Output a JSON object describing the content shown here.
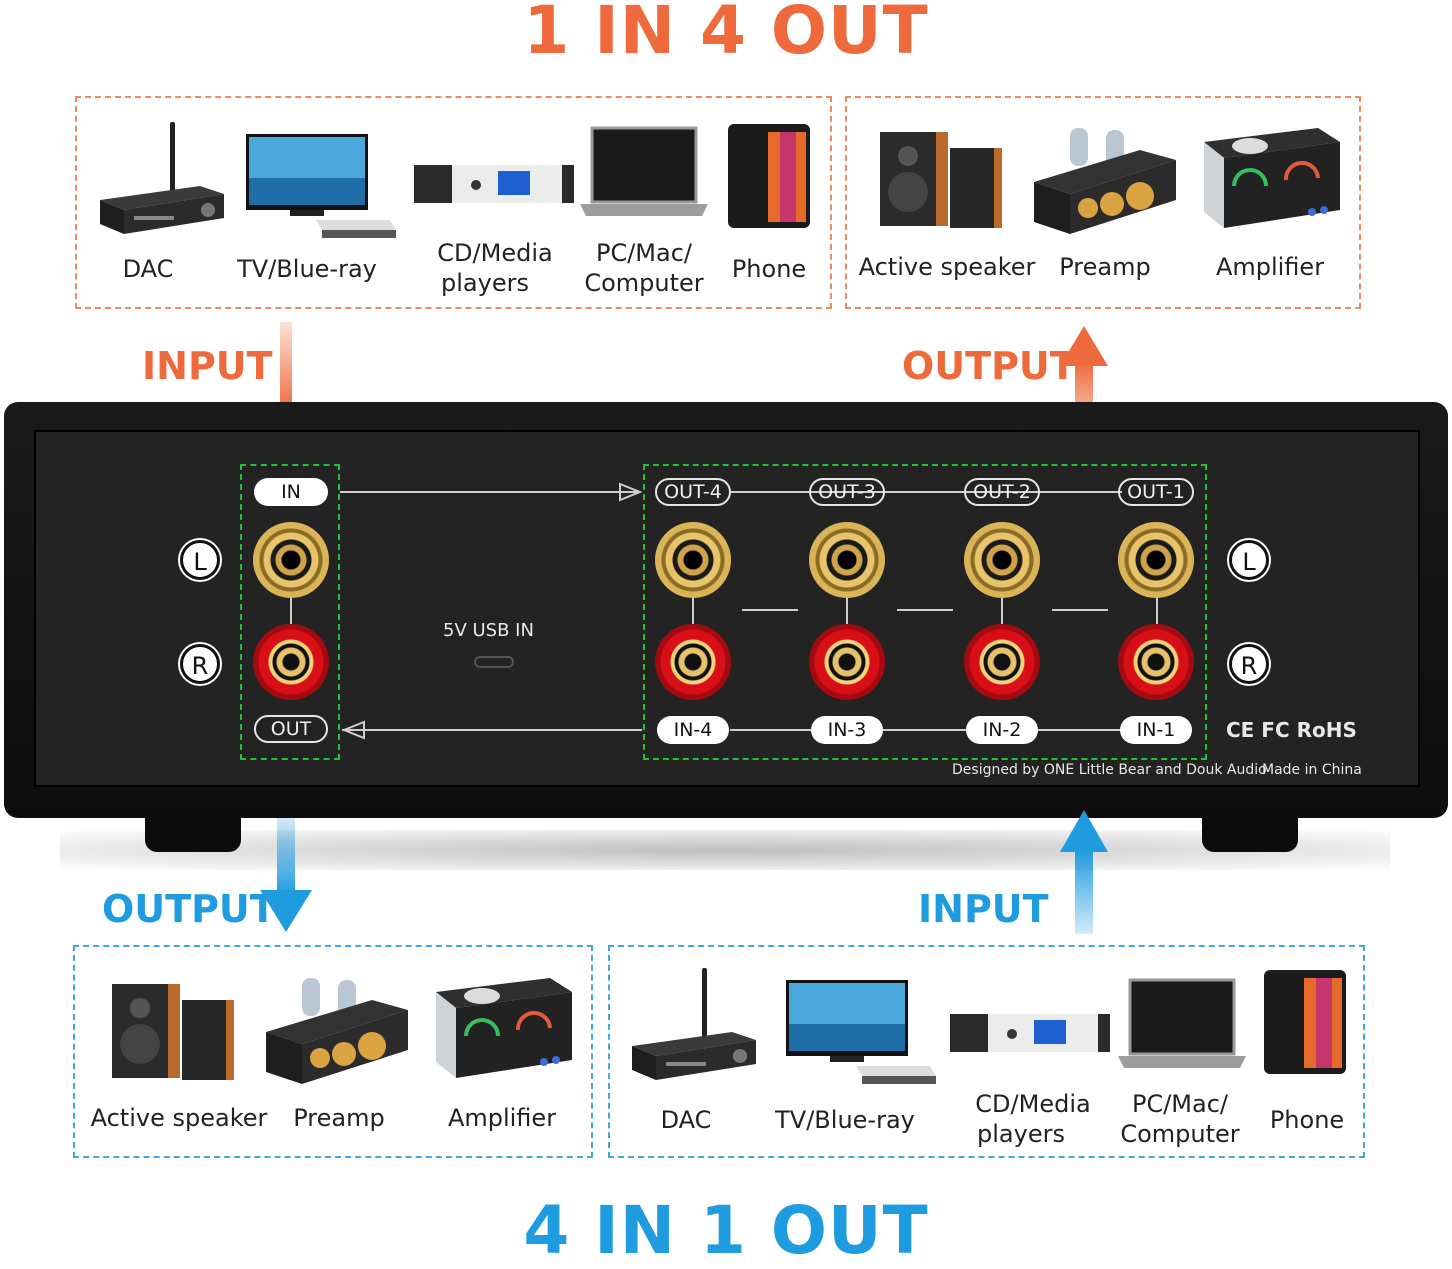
{
  "titles": {
    "top": "1 IN 4 OUT",
    "bottom": "4 IN 1 OUT"
  },
  "top_sources": {
    "dac": "DAC",
    "tv": "TV/Blue-ray",
    "cd_line1": "CD/Media",
    "cd_line2": "players",
    "pc_line1": "PC/Mac/",
    "pc_line2": "Computer",
    "phone": "Phone"
  },
  "top_outputs": {
    "speaker": "Active speaker",
    "preamp": "Preamp",
    "amplifier": "Amplifier"
  },
  "flow": {
    "top_input": "INPUT",
    "top_output": "OUTPUT",
    "bottom_output": "OUTPUT",
    "bottom_input": "INPUT"
  },
  "bottom_outputs": {
    "speaker": "Active speaker",
    "preamp": "Preamp",
    "amplifier": "Amplifier"
  },
  "bottom_sources": {
    "dac": "DAC",
    "tv": "TV/Blue-ray",
    "cd_line1": "CD/Media",
    "cd_line2": "players",
    "pc_line1": "PC/Mac/",
    "pc_line2": "Computer",
    "phone": "Phone"
  },
  "panel": {
    "in_label": "IN",
    "out_label": "OUT",
    "left_marker": "L",
    "right_marker": "R",
    "usb_label": "5V USB IN",
    "outputs": [
      "OUT-4",
      "OUT-3",
      "OUT-2",
      "OUT-1"
    ],
    "inputs": [
      "IN-4",
      "IN-3",
      "IN-2",
      "IN-1"
    ],
    "certifications": "CE FC RoHS",
    "designed_by": "Designed by ONE Little Bear and Douk Audio",
    "made_in": "Made in China"
  },
  "colors": {
    "orange_accent": "#ee6a3c",
    "blue_accent": "#1f9be0",
    "green_dash": "#22c33a",
    "panel_black": "#232323"
  }
}
